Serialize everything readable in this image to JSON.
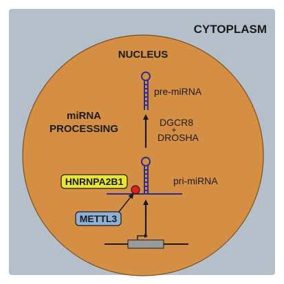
{
  "labels": {
    "cytoplasm": "CYTOPLASM",
    "nucleus": "NUCLEUS",
    "mirna_processing_line1": "miRNA",
    "mirna_processing_line2": "PROCESSING",
    "pre_mirna": "pre-miRNA",
    "dgcr8": "DGCR8",
    "plus": "+",
    "drosha": "DROSHA",
    "pri_mirna": "pri-miRNA",
    "hnrnpa2b1": "HNRNPA2B1",
    "mettl3": "METTL3"
  },
  "colors": {
    "cytoplasm_bg": "#b4bfc9",
    "nucleus_fill": "#d48f45",
    "rna_blue": "#2d2c8f",
    "hnrnpa2b1_box": "#e6e635",
    "mettl3_box": "#8fb0d6",
    "m6a_dot": "#e02020",
    "gene_box": "#9a9a9a",
    "ink": "#1a1a1a"
  }
}
